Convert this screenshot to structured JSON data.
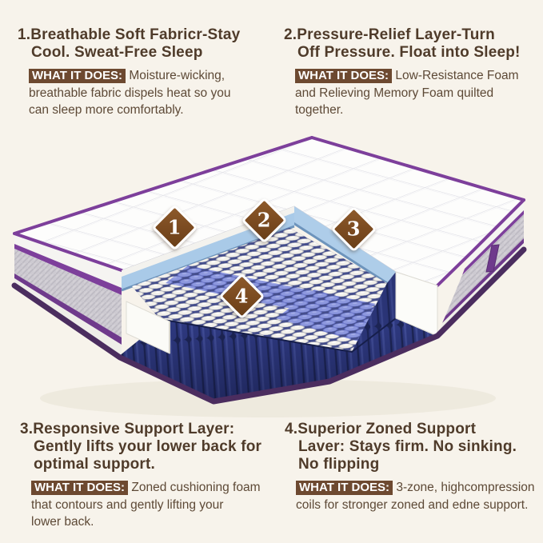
{
  "background": "#f7f3eb",
  "features": [
    {
      "number": "1",
      "title_lines": [
        "1.Breathable Soft Fabricr-Stay",
        "Cool. Sweat-Free Sleep"
      ],
      "chip_label": "WHAT IT DOES:",
      "desc_lines": [
        "Moisture-wicking,",
        "breathable fabric dispels heat so you",
        "can sleep more comfortably."
      ]
    },
    {
      "number": "2",
      "title_lines": [
        "2.Pressure-Relief Layer-Turn",
        "Off Pressure. Float into Sleep!"
      ],
      "chip_label": "WHAT IT DOES:",
      "desc_lines": [
        "Low-Resistance Foam",
        "and Relieving Memory Foam quilted",
        "together."
      ]
    },
    {
      "number": "3",
      "title_lines": [
        "3.Responsive Support Layer:",
        "Gently lifts your lower back for",
        "optimal support."
      ],
      "chip_label": "WHAT IT DOES:",
      "desc_lines": [
        "Zoned cushioning foam",
        "that contours and gently lifting your",
        "lower back."
      ]
    },
    {
      "number": "4",
      "title_lines": [
        "4.Superior Zoned Support",
        "Laver: Stays firm. No sinking.",
        "No flipping"
      ],
      "chip_label": "WHAT IT DOES:",
      "desc_lines": [
        "3-zone, highcompression",
        "coils for stronger zoned and edne support."
      ]
    }
  ],
  "diagram": {
    "badges": [
      {
        "label": "1"
      },
      {
        "label": "2"
      },
      {
        "label": "3"
      },
      {
        "label": "4"
      }
    ],
    "colors": {
      "quilt_white": "#fdfdfc",
      "piping_purple": "#7d3f9b",
      "side_fabric_gray": "#cdcad1",
      "memory_foam_blue": "#aecde9",
      "coil_cap_white": "#f2f0ea",
      "coil_cap_periwinkle": "#8d98de",
      "support_coil_navy": "#2f3a82",
      "base_edge_purple": "#4b2d5f",
      "badge_brown": "#7a4a20"
    }
  },
  "text_colors": {
    "heading": "#4f3b2a",
    "body": "#5d4936",
    "chip_background": "#6d4930",
    "chip_text": "#ffffff"
  }
}
